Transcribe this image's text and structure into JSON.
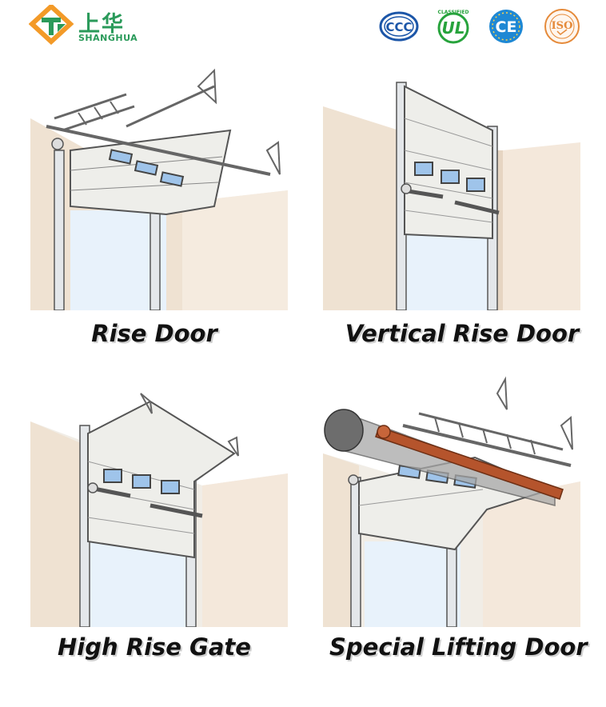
{
  "brand": {
    "name_cn": "上华",
    "name_en": "SHANGHUA",
    "color": "#2a9a5a",
    "accent": "#f39a28"
  },
  "certifications": [
    {
      "icon": "ccc-mark-icon",
      "label": "CCC",
      "color": "#1c56a8"
    },
    {
      "icon": "ul-mark-icon",
      "label": "UL",
      "top_text": "CLASSIFIED",
      "color": "#27a33c"
    },
    {
      "icon": "ce-mark-icon",
      "label": "CE",
      "color": "#1e88d4"
    },
    {
      "icon": "iso-mark-icon",
      "label": "ISO",
      "color": "#e58a3a"
    }
  ],
  "products": [
    {
      "icon": "rise-door-icon",
      "caption": "Rise Door"
    },
    {
      "icon": "vertical-rise-door-icon",
      "caption": "Vertical Rise Door"
    },
    {
      "icon": "high-rise-gate-icon",
      "caption": "High Rise Gate"
    },
    {
      "icon": "special-lifting-door-icon",
      "caption": "Special Lifting Door"
    }
  ]
}
